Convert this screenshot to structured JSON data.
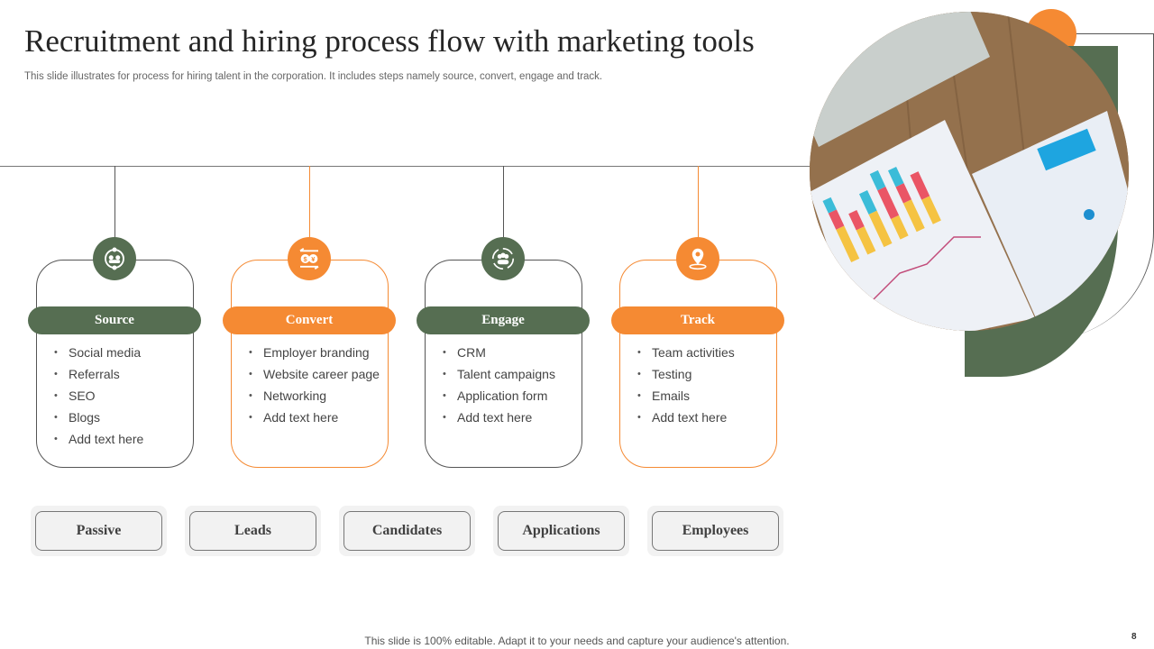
{
  "title": "Recruitment and hiring process flow with marketing tools",
  "subtitle": "This slide illustrates for process for hiring talent in the corporation. It includes steps namely source, convert, engage and track.",
  "colors": {
    "green": "#566e52",
    "orange": "#f58a33"
  },
  "steps": [
    {
      "label": "Source",
      "icon": "people-network-icon",
      "color": "green",
      "items": [
        "Social media",
        "Referrals",
        "SEO",
        "Blogs",
        "Add text here"
      ]
    },
    {
      "label": "Convert",
      "icon": "currency-exchange-icon",
      "color": "orange",
      "items": [
        "Employer branding",
        "Website career page",
        "Networking",
        "Add text here"
      ]
    },
    {
      "label": "Engage",
      "icon": "team-cycle-icon",
      "color": "green",
      "items": [
        "CRM",
        "Talent campaigns",
        "Application form",
        "Add text here"
      ]
    },
    {
      "label": "Track",
      "icon": "location-pin-icon",
      "color": "orange",
      "items": [
        "Team activities",
        "Testing",
        "Emails",
        "Add text here"
      ]
    }
  ],
  "stages": [
    "Passive",
    "Leads",
    "Candidates",
    "Applications",
    "Employees"
  ],
  "footer": "This slide is 100% editable. Adapt it to your needs and capture your audience's attention.",
  "page_number": "8"
}
